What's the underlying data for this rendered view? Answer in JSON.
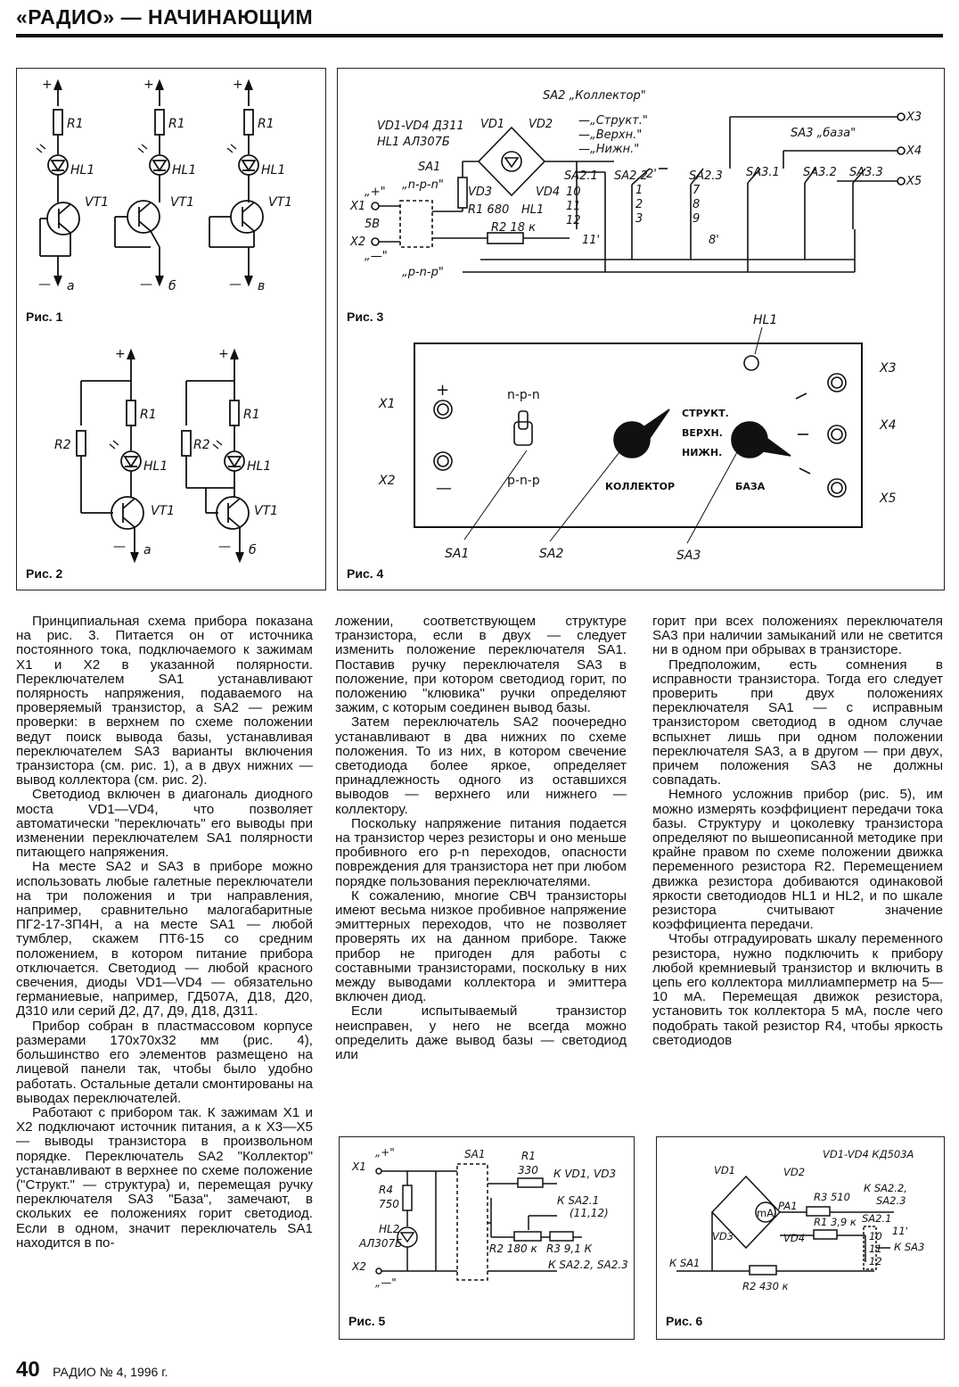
{
  "header": {
    "title": "«РАДИО» — НАЧИНАЮЩИМ"
  },
  "footer": {
    "page": "40",
    "issue": "РАДИО № 4, 1996 г."
  },
  "fig1": {
    "caption": "Рис. 1",
    "plus": "+",
    "minus": "—",
    "r1": "R1",
    "hl1": "HL1",
    "vt1": "VT1",
    "a": "а",
    "b": "б",
    "v": "в"
  },
  "fig2": {
    "caption": "Рис. 2",
    "plus": "+",
    "minus": "—",
    "r1": "R1",
    "r2": "R2",
    "hl1": "HL1",
    "vt1": "VT1",
    "a": "а",
    "b": "б"
  },
  "fig3": {
    "caption": "Рис. 3",
    "sa2_title": "SA2 „Коллектор\"",
    "vd_note": "VD1-VD4 Д311",
    "hl_note": "HL1 АЛ307Б",
    "strukt": "—„Структ.\"",
    "verh": "—„Верхн.\"",
    "nizh": "—„Нижн.\"",
    "sa3_title": "SA3 „база\"",
    "sa1": "SA1",
    "npn": "„n-p-n\"",
    "pnp": "„p-n-p\"",
    "x1": "X1",
    "x2": "X2",
    "x3": "X3",
    "x4": "X4",
    "x5": "X5",
    "plus": "„+\"",
    "minus": "„—\"",
    "v5": "5В",
    "vd1": "VD1",
    "vd2": "VD2",
    "vd3": "VD3",
    "vd4": "VD4",
    "r1": "R1 680",
    "hl1": "HL1",
    "r2": "R2 18 к",
    "sa21": "SA2.1",
    "sa22": "SA2.2",
    "sa23": "SA2.3",
    "sa31": "SA3.1",
    "sa32": "SA3.2",
    "sa33": "SA3.3",
    "n10": "10",
    "n11": "11",
    "n12": "12",
    "n11p": "11'",
    "n1": "1",
    "n2": "2",
    "n3": "3",
    "n2p": "2'",
    "n7": "7",
    "n8": "8",
    "n9": "9",
    "n8p": "8'"
  },
  "fig4": {
    "caption": "Рис. 4",
    "hl1": "HL1",
    "x1": "X1",
    "x2": "X2",
    "x3": "X3",
    "x4": "X4",
    "x5": "X5",
    "plus": "+",
    "minus": "—",
    "npn": "n-p-n",
    "pnp": "p-n-p",
    "strukt": "СТРУКТ.",
    "verh": "ВЕРХН.",
    "nizh": "НИЖН.",
    "kollektor": "КОЛЛЕКТОР",
    "baza": "БАЗА",
    "sa1": "SA1",
    "sa2": "SA2",
    "sa3": "SA3"
  },
  "fig5": {
    "caption": "Рис. 5",
    "x1": "X1",
    "x2": "X2",
    "plus": "„+\"",
    "minus": "„—\"",
    "sa1": "SA1",
    "r4": "R4",
    "r4v": "750",
    "hl2": "HL2",
    "hl2t": "АЛ307Б",
    "r1": "R1",
    "r1v": "330",
    "kvd": "К VD1, VD3",
    "ksa21": "К SA2.1",
    "ksa21b": "(11,12)",
    "r2": "R2 180 к",
    "r3": "R3 9,1 К",
    "ksa22": "К SA2.2, SA2.3"
  },
  "fig6": {
    "caption": "Рис. 6",
    "note": "VD1-VD4 КД503А",
    "vd1": "VD1",
    "vd2": "VD2",
    "vd3": "VD3",
    "vd4": "VD4",
    "ma": "mA",
    "pa1": "PA1",
    "r3": "R3 510",
    "ksa22": "К SA2.2,",
    "sa23": "SA2.3",
    "r1": "R1 3,9 к",
    "sa21": "SA2.1",
    "n11p": "11'",
    "n10": "10",
    "n11": "11",
    "n12": "12",
    "ksa3": "К SA3",
    "ksa1": "К SA1",
    "r2": "R2 430 к"
  },
  "text": {
    "col1": [
      {
        "t": "Принципиальная схема прибора показана на рис. 3. Питается он от источника постоянного тока, подключаемого к зажимам X1 и X2 в указанной полярности. Переключателем SA1 устанавливают полярность напряжения, подаваемого на проверяемый транзистор, а SA2 — режим проверки: в верхнем по схеме положении ведут поиск вывода базы, устанавливая переключателем SA3 варианты включения транзистора (см. рис. 1), а в двух нижних — вывод коллектора (см. рис. 2)."
      },
      {
        "t": "Светодиод включен в диагональ диодного моста VD1—VD4, что позволяет автоматически \"переключать\" его выводы при изменении переключателем SA1 полярности питающего напряжения."
      },
      {
        "t": "На месте SA2 и SA3 в приборе можно использовать любые галетные переключатели на три положения и три направления, например, сравнительно малогабаритные ПГ2-17-3П4Н, а на месте SA1 — любой тумблер, скажем ПТ6-15 со средним положением, в котором питание прибора отключается. Светодиод — любой красного свечения, диоды VD1—VD4 — обязательно германиевые, например, ГД507А, Д18, Д20, Д310 или серий Д2, Д7, Д9, Д18, Д311."
      },
      {
        "t": "Прибор собран в пластмассовом корпусе размерами 170х70х32 мм (рис. 4), большинство его элементов размещено на лицевой панели так, чтобы было удобно работать. Остальные детали смонтированы на выводах переключателей."
      },
      {
        "t": "Работают с прибором так. К зажимам X1 и X2 подключают источник питания, а к X3—X5 — выводы транзистора в произвольном порядке. Переключатель SA2 \"Коллектор\" устанавливают в верхнее по схеме положение (\"Структ.\" — структура) и, перемещая ручку переключателя SA3 \"База\", замечают, в скольких ее положениях горит светодиод. Если в одном, значит переключатель SA1 находится в по-"
      }
    ],
    "col2": [
      {
        "t": "ложении, соответствующем структуре транзистора, если в двух — следует изменить положение переключателя SA1. Поставив ручку переключателя SA3 в положение, при котором светодиод горит, по положению \"клювика\" ручки определяют зажим, с которым соединен вывод базы.",
        "cont": true
      },
      {
        "t": "Затем переключатель SA2 поочередно устанавливают в два нижних по схеме положения. То из них, в котором свечение светодиода более яркое, определяет принадлежность одного из оставшихся выводов — верхнего или нижнего — коллектору."
      },
      {
        "t": "Поскольку напряжение питания подается на транзистор через резисторы и оно меньше пробивного его p-n переходов, опасности повреждения для транзистора нет при любом порядке пользования переключателями."
      },
      {
        "t": "К сожалению, многие СВЧ транзисторы имеют весьма низкое пробивное напряжение эмиттерных переходов, что не позволяет проверять их на данном приборе. Также прибор не пригоден для работы с составными транзисторами, поскольку в них между выводами коллектора и эмиттера включен диод."
      },
      {
        "t": "Если испытываемый транзистор неисправен, у него не всегда можно определить даже вывод базы — светодиод или"
      }
    ],
    "col3": [
      {
        "t": "горит при всех положениях переключателя SA3 при наличии замыканий или не светится ни в одном при обрывах в транзисторе.",
        "cont": true
      },
      {
        "t": "Предположим, есть сомнения в исправности транзистора. Тогда его следует проверить при двух положениях переключателя SA1 — с исправным транзистором светодиод в одном случае вспыхнет лишь при одном положении переключателя SA3, а в другом — при двух, причем положения SA3 не должны совпадать."
      },
      {
        "t": "Немного усложнив прибор (рис. 5), им можно измерять коэффициент передачи тока базы. Структуру и цоколевку транзистора определяют по вышеописанной методике при крайне правом по схеме положении движка переменного резистора R2. Перемещением движка резистора добиваются одинаковой яркости светодиодов HL1 и HL2, и по шкале резистора считывают значение коэффициента передачи."
      },
      {
        "t": "Чтобы отградуировать шкалу переменного резистора, нужно подключить к прибору любой кремниевый транзистор и включить в цепь его коллектора миллиамперметр на 5—10 мА. Перемещая движок резистора, установить ток коллектора 5 мА, после чего подобрать такой резистор R4, чтобы яркость светодиодов"
      }
    ]
  }
}
